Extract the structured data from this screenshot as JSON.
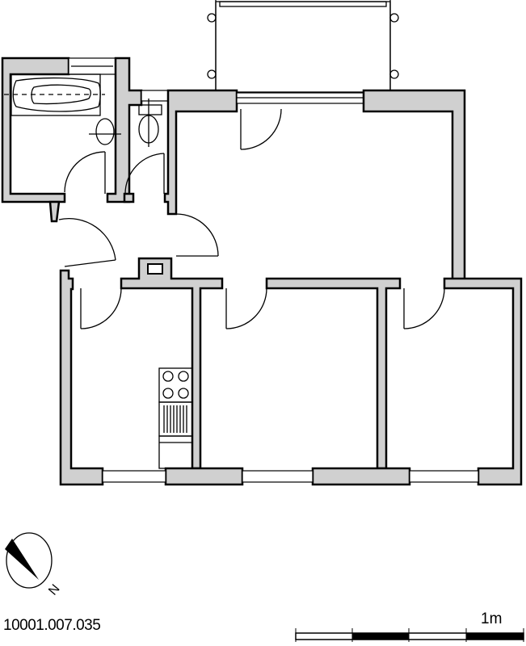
{
  "plan": {
    "reference_code": "10001.007.035"
  },
  "scale_bar": {
    "label": "1m",
    "segments": 4
  },
  "compass": {
    "label": "N"
  },
  "colors": {
    "wall": "#d0d0d0",
    "line": "#000000"
  }
}
